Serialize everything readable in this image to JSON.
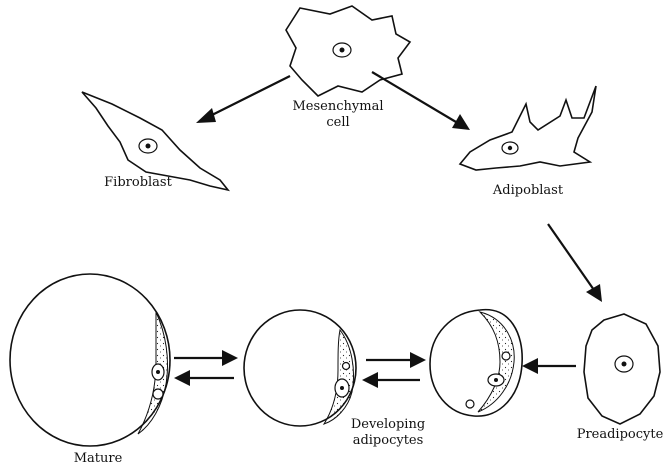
{
  "diagram": {
    "labels": {
      "mesenchymal_line1": "Mesenchymal",
      "mesenchymal_line2": "cell",
      "fibroblast": "Fibroblast",
      "adipoblast": "Adipoblast",
      "preadipocyte": "Preadipocyte",
      "developing_line1": "Developing",
      "developing_line2": "adipocytes",
      "mature": "Mature"
    }
  }
}
